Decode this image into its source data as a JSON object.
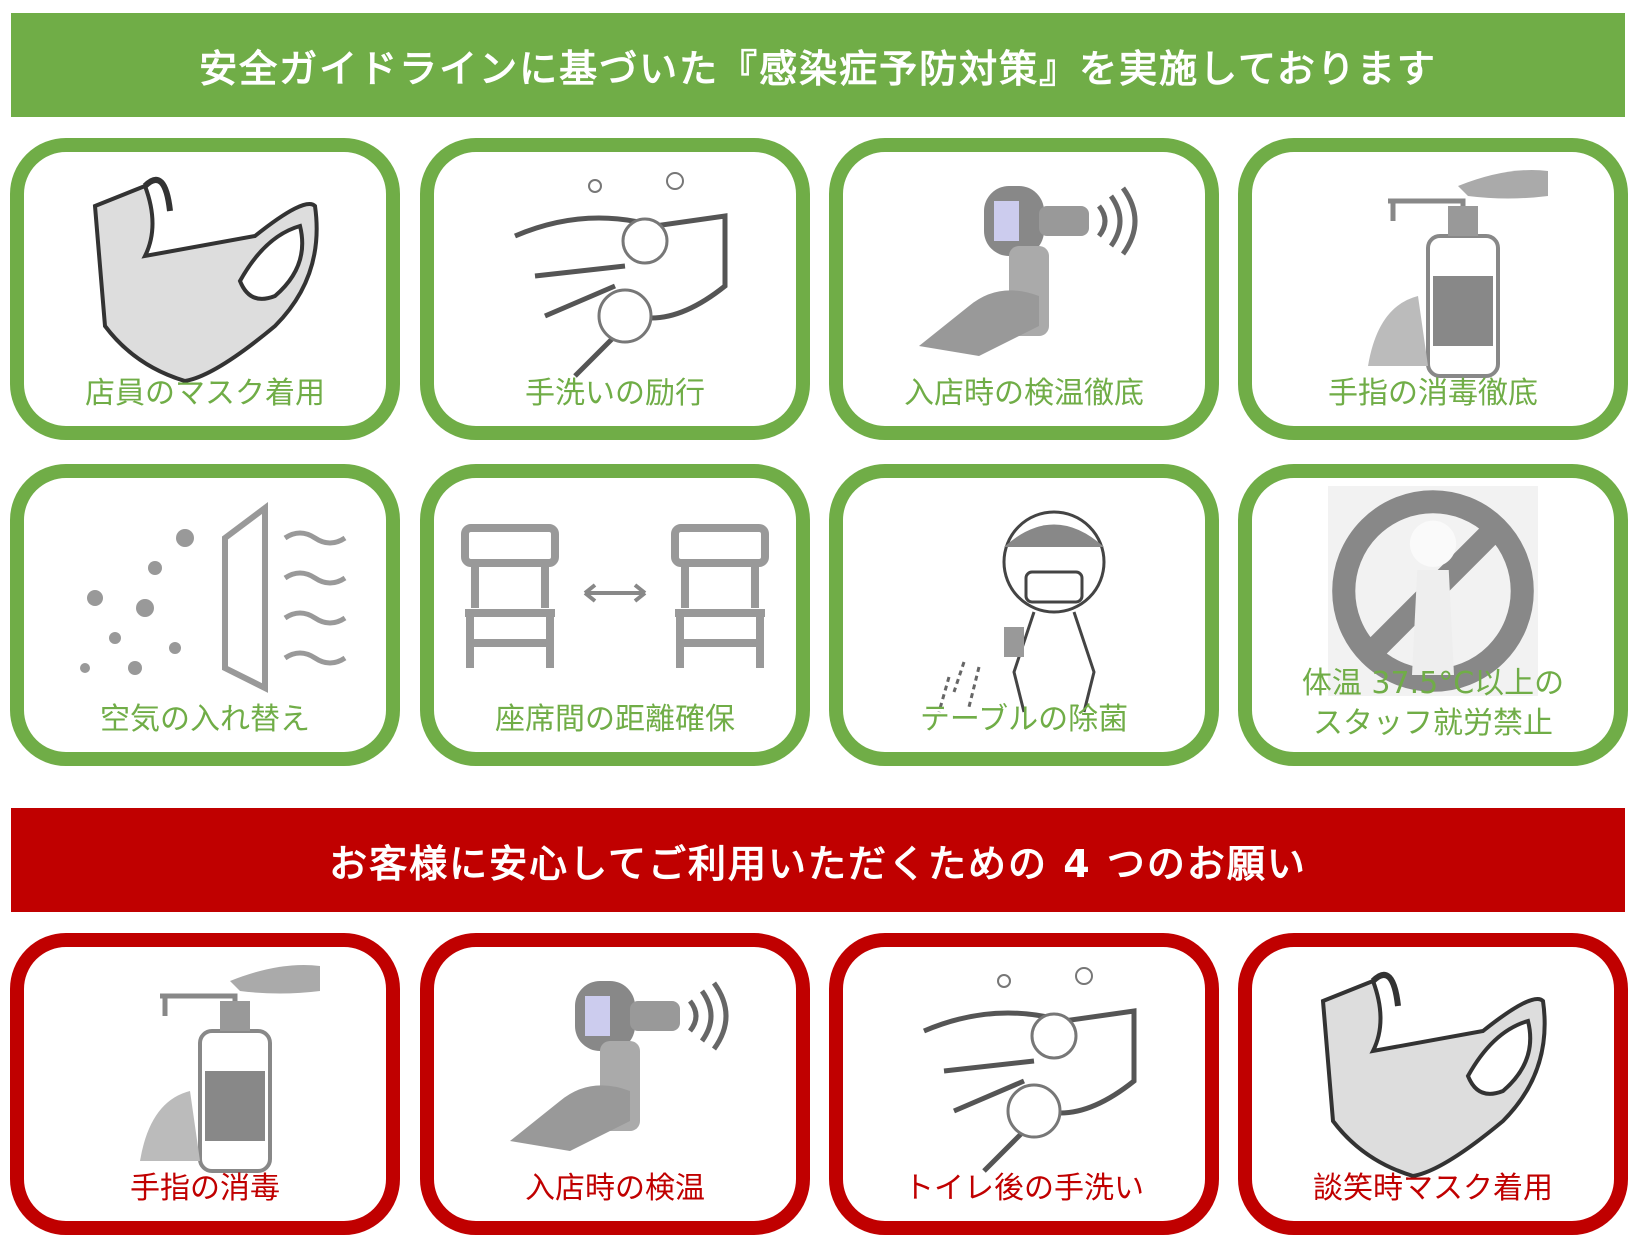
{
  "top_banner": {
    "title": "安全ガイドラインに基づいた『感染症予防対策』を実施しております"
  },
  "measures": [
    {
      "label": "店員のマスク着用",
      "icon": "mask-icon"
    },
    {
      "label": "手洗いの励行",
      "icon": "handwash-icon"
    },
    {
      "label": "入店時の検温徹底",
      "icon": "thermometer-icon"
    },
    {
      "label": "手指の消毒徹底",
      "icon": "sanitizer-icon"
    },
    {
      "label": "空気の入れ替え",
      "icon": "ventilation-icon"
    },
    {
      "label": "座席間の距離確保",
      "icon": "chairs-distance-icon"
    },
    {
      "label": "テーブルの除菌",
      "icon": "spray-person-icon"
    },
    {
      "label_line1": "体温 37.5°C以上の",
      "label_line2": "スタッフ就労禁止",
      "icon": "prohibited-icon"
    }
  ],
  "bottom_banner": {
    "title": "お客様に安心してご利用いただくための 4 つのお願い"
  },
  "requests": [
    {
      "label": "手指の消毒",
      "icon": "sanitizer-icon"
    },
    {
      "label": "入店時の検温",
      "icon": "thermometer-icon"
    },
    {
      "label": "トイレ後の手洗い",
      "icon": "handwash-icon"
    },
    {
      "label": "談笑時マスク着用",
      "icon": "mask-icon"
    }
  ],
  "colors": {
    "green": "#70AD47",
    "red": "#C00000",
    "icon_gray": "#9a9a9a"
  }
}
